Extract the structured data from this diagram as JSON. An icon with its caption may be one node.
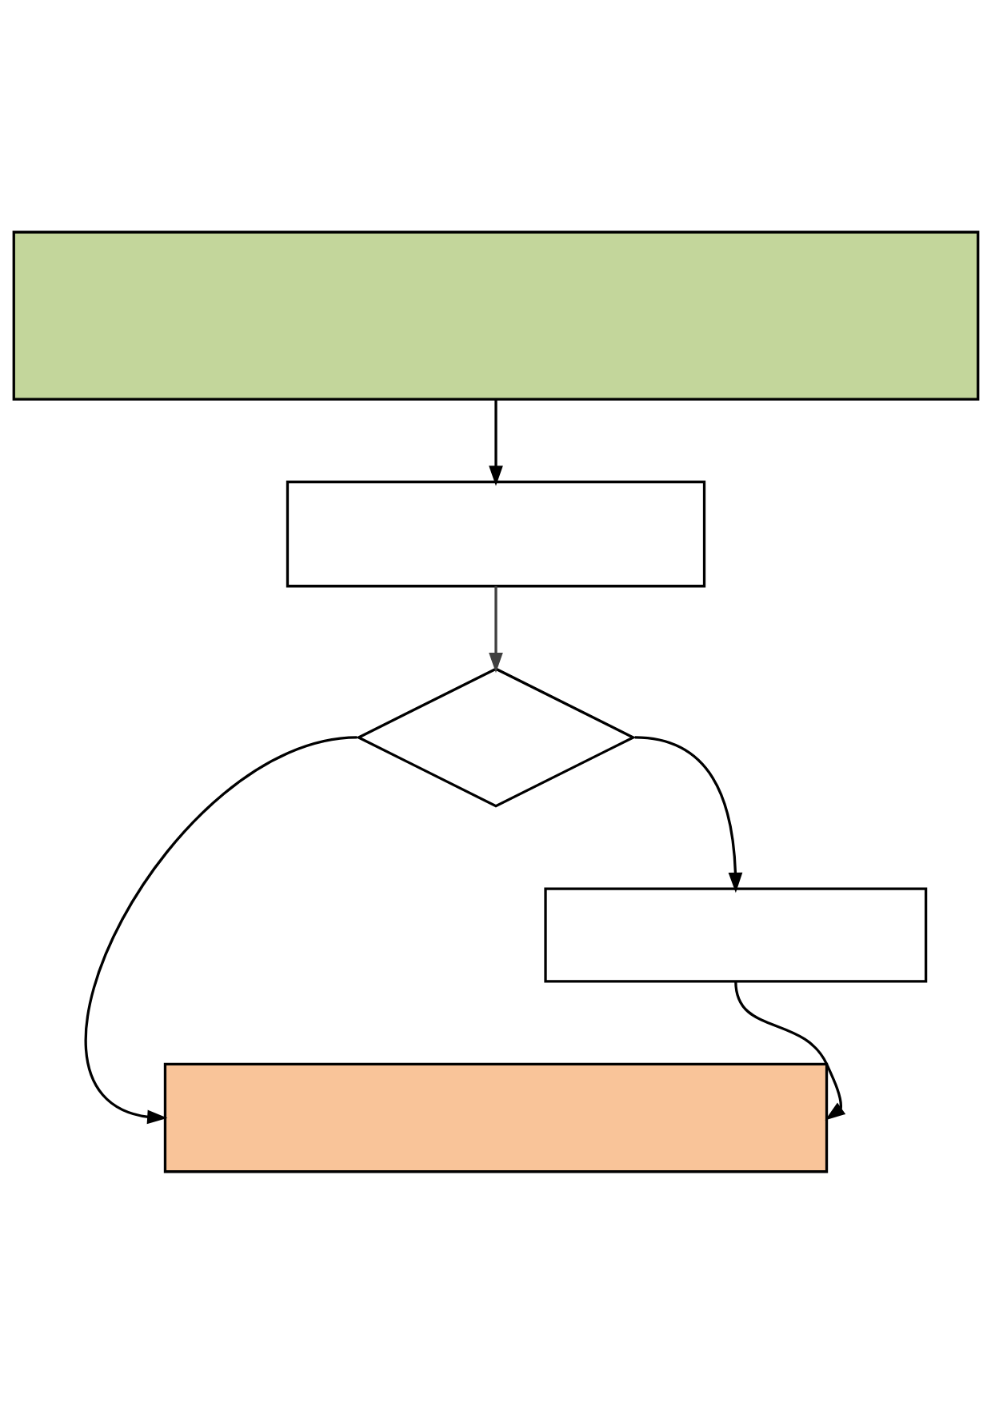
{
  "diagram": {
    "nodes": [
      {
        "text": [],
        "shape": "box"
      },
      {
        "text": [],
        "shape": "box"
      },
      {
        "text": [],
        "shape": "diamond"
      },
      {
        "text": [],
        "shape": "box"
      },
      {
        "text": [],
        "shape": "box"
      }
    ],
    "edges": [
      {
        "from": 0,
        "to": 1,
        "arrow": "to"
      },
      {
        "from": 1,
        "to": 2,
        "arrow": "to",
        "color": "#404040"
      },
      {
        "from": 2,
        "to": 4,
        "arrow": "to"
      },
      {
        "from": 2,
        "to": 3,
        "arrow": "to"
      },
      {
        "from": 3,
        "to": 4,
        "arrow": "to"
      }
    ]
  }
}
